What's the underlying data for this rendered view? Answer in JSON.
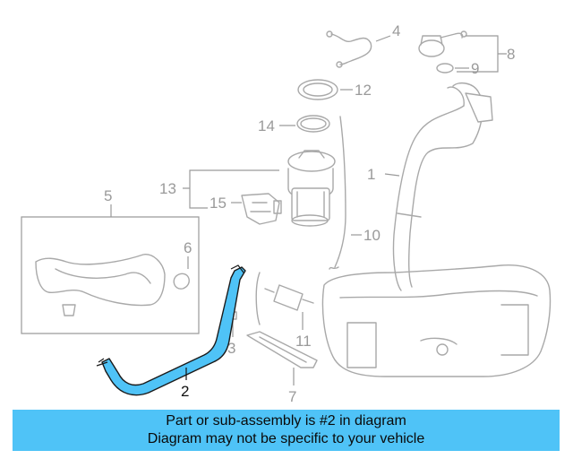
{
  "callouts": {
    "c1": "1",
    "c2": "2",
    "c3": "3",
    "c4": "4",
    "c5": "5",
    "c6": "6",
    "c7": "7",
    "c8": "8",
    "c9": "9",
    "c10": "10",
    "c11": "11",
    "c12": "12",
    "c13": "13",
    "c14": "14",
    "c15": "15"
  },
  "highlight_part": "2",
  "colors": {
    "banner_bg": "#4fc3f7",
    "highlight_fill": "#4fc3f7",
    "line_art": "#a9a9a9"
  },
  "banner": {
    "line1": "Part or sub-assembly is #2 in diagram",
    "line2": "Diagram may not be specific to your vehicle"
  }
}
